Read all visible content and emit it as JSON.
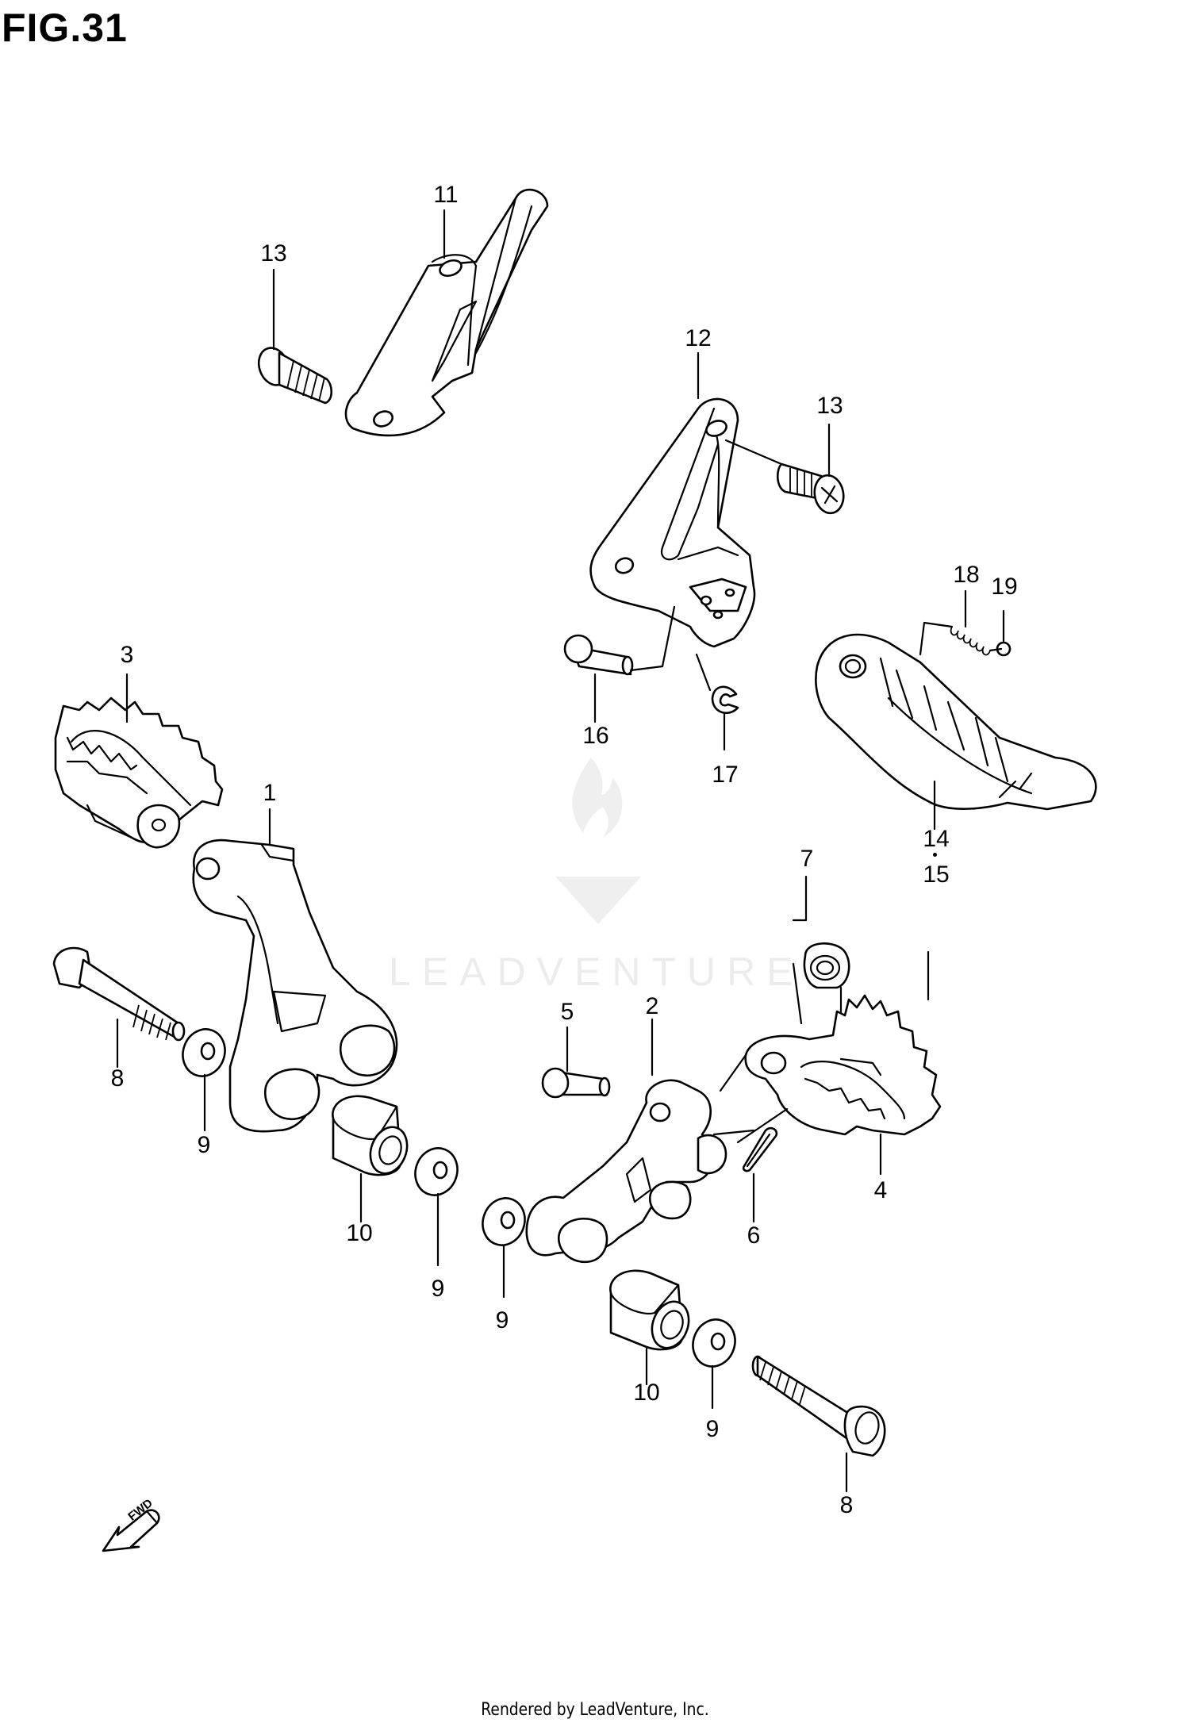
{
  "figure": {
    "title": "FIG.31"
  },
  "footer": {
    "text": "Rendered by LeadVenture, Inc."
  },
  "watermark": {
    "text": "LEADVENTURE"
  },
  "direction_marker": {
    "text": "FWD"
  },
  "callouts": [
    {
      "id": "c11",
      "text": "11"
    },
    {
      "id": "c13a",
      "text": "13"
    },
    {
      "id": "c12",
      "text": "12"
    },
    {
      "id": "c13b",
      "text": "13"
    },
    {
      "id": "c18",
      "text": "18"
    },
    {
      "id": "c19",
      "text": "19"
    },
    {
      "id": "c16",
      "text": "16"
    },
    {
      "id": "c17",
      "text": "17"
    },
    {
      "id": "c3",
      "text": "3"
    },
    {
      "id": "c1",
      "text": "1"
    },
    {
      "id": "c14",
      "text": "14"
    },
    {
      "id": "c15",
      "text": "15"
    },
    {
      "id": "c7",
      "text": "7"
    },
    {
      "id": "c8a",
      "text": "8"
    },
    {
      "id": "c9a",
      "text": "9"
    },
    {
      "id": "c10a",
      "text": "10"
    },
    {
      "id": "c9b",
      "text": "9"
    },
    {
      "id": "c5",
      "text": "5"
    },
    {
      "id": "c2",
      "text": "2"
    },
    {
      "id": "c4",
      "text": "4"
    },
    {
      "id": "c6",
      "text": "6"
    },
    {
      "id": "c9c",
      "text": "9"
    },
    {
      "id": "c10b",
      "text": "10"
    },
    {
      "id": "c9d",
      "text": "9"
    },
    {
      "id": "c8b",
      "text": "8"
    }
  ]
}
